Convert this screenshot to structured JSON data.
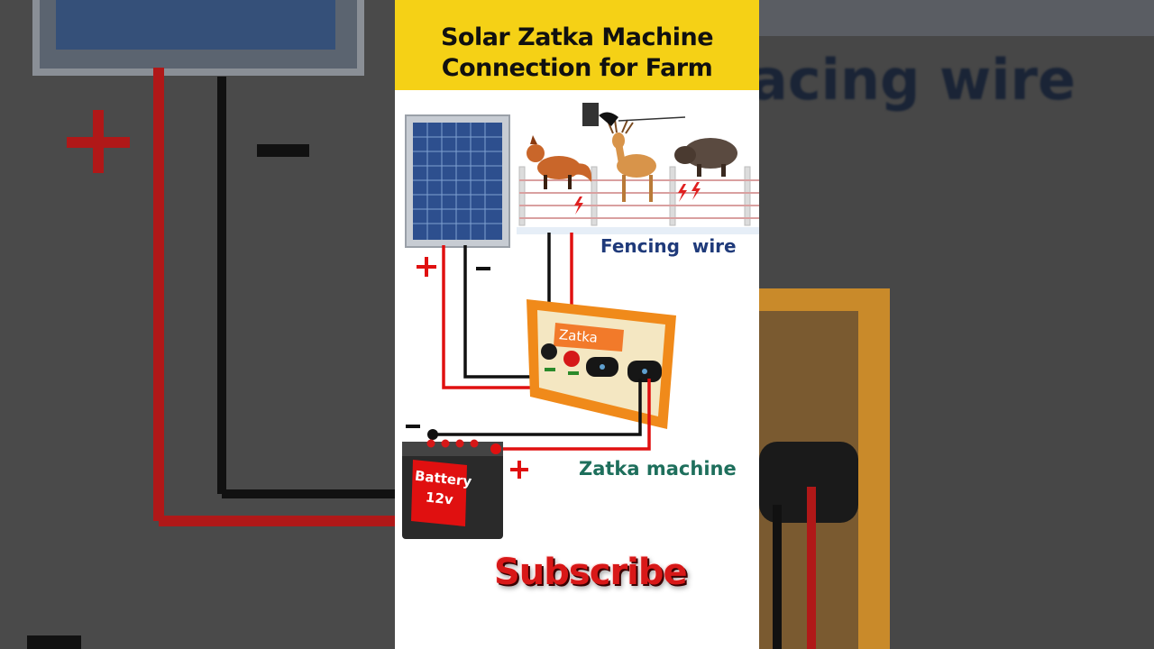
{
  "title": {
    "line1": "Solar Zatka Machine",
    "line2": "Connection for Farm"
  },
  "labels": {
    "fencing_wire": "Fencing  wire",
    "zatka_machine": "Zatka machine",
    "zatka_panel": "Zatka",
    "battery_line1": "Battery",
    "battery_line2": "12v",
    "subscribe": "Subscribe"
  },
  "background": {
    "right_text": "acing  wire"
  },
  "colors": {
    "title_bg": "#f5d116",
    "fencing_label": "#1f3a7a",
    "machine_label": "#1e6f5c",
    "wire_red": "#e01010",
    "wire_black": "#111111",
    "zatka_box": "#f08a1a",
    "subscribe": "#d81818"
  }
}
